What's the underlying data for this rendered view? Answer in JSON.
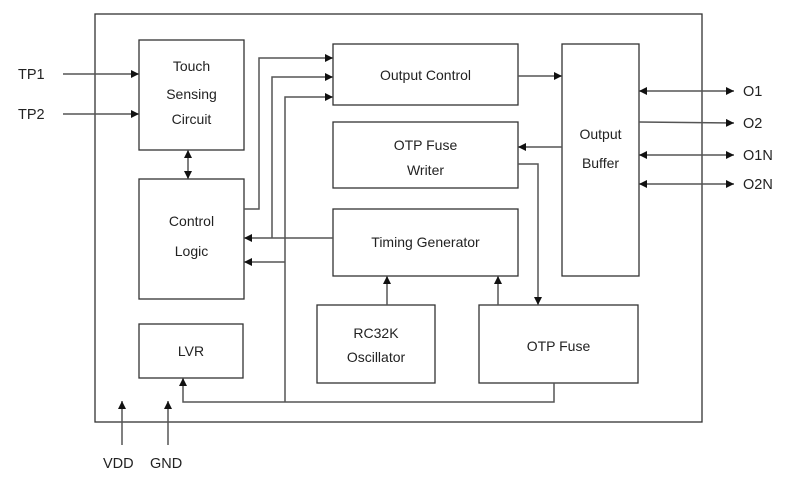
{
  "blocks": {
    "touch_sensing": [
      "Touch",
      "Sensing",
      "Circuit"
    ],
    "control_logic": [
      "Control",
      "Logic"
    ],
    "lvr": [
      "LVR"
    ],
    "output_control": [
      "Output Control"
    ],
    "otp_fuse_writer": [
      "OTP Fuse",
      "Writer"
    ],
    "timing_generator": [
      "Timing Generator"
    ],
    "rc32k_oscillator": [
      "RC32K",
      "Oscillator"
    ],
    "otp_fuse": [
      "OTP Fuse"
    ],
    "output_buffer": [
      "Output",
      "Buffer"
    ]
  },
  "pins": {
    "inputs": [
      "TP1",
      "TP2"
    ],
    "outputs": [
      "O1",
      "O2",
      "O1N",
      "O2N"
    ],
    "power": [
      "VDD",
      "GND"
    ]
  },
  "colors": {
    "line": "#333333",
    "wire": "#555555",
    "text": "#222222",
    "background": "#ffffff"
  }
}
